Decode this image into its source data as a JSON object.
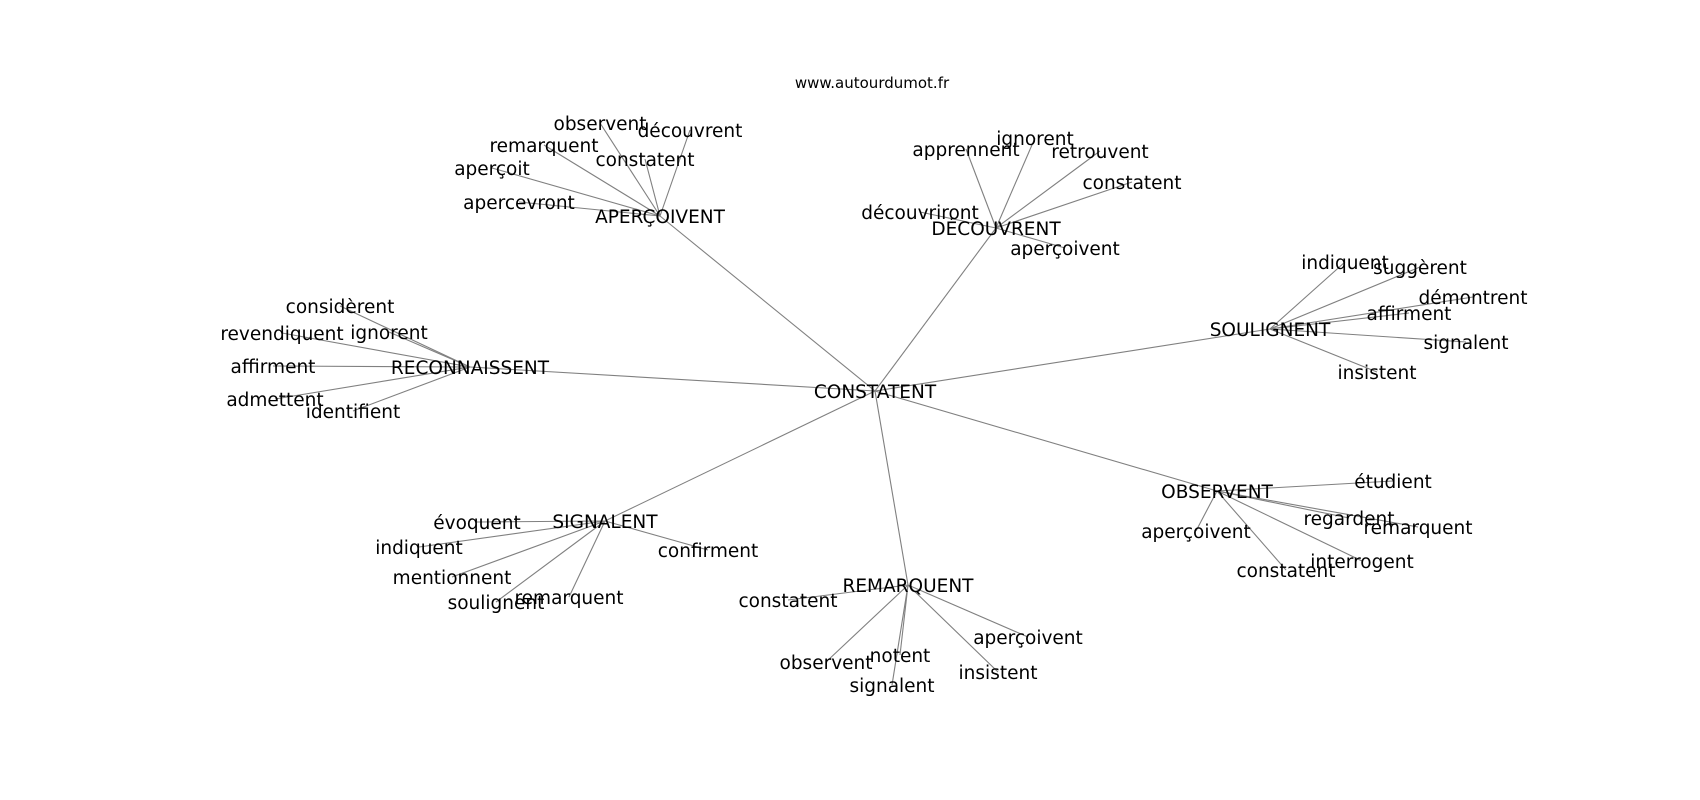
{
  "site": "www.autourdumot.fr",
  "graph": {
    "center": "CONSTATENT",
    "clusters": [
      {
        "label": "APERÇOIVENT",
        "words": [
          "observent",
          "découvrent",
          "remarquent",
          "constatent",
          "aperçoit",
          "apercevront"
        ]
      },
      {
        "label": "DÉCOUVRENT",
        "words": [
          "ignorent",
          "apprennent",
          "retrouvent",
          "constatent",
          "découvriront",
          "aperçoivent"
        ]
      },
      {
        "label": "SOULIGNENT",
        "words": [
          "indiquent",
          "suggèrent",
          "démontrent",
          "affirment",
          "signalent",
          "insistent"
        ]
      },
      {
        "label": "RECONNAISSENT",
        "words": [
          "considèrent",
          "revendiquent",
          "ignorent",
          "affirment",
          "admettent",
          "identifient"
        ]
      },
      {
        "label": "OBSERVENT",
        "words": [
          "étudient",
          "regardent",
          "remarquent",
          "aperçoivent",
          "interrogent",
          "constatent"
        ]
      },
      {
        "label": "SIGNALENT",
        "words": [
          "évoquent",
          "indiquent",
          "confirment",
          "mentionnent",
          "soulignent",
          "remarquent"
        ]
      },
      {
        "label": "REMARQUENT",
        "words": [
          "constatent",
          "aperçoivent",
          "observent",
          "notent",
          "insistent",
          "signalent"
        ]
      }
    ]
  }
}
